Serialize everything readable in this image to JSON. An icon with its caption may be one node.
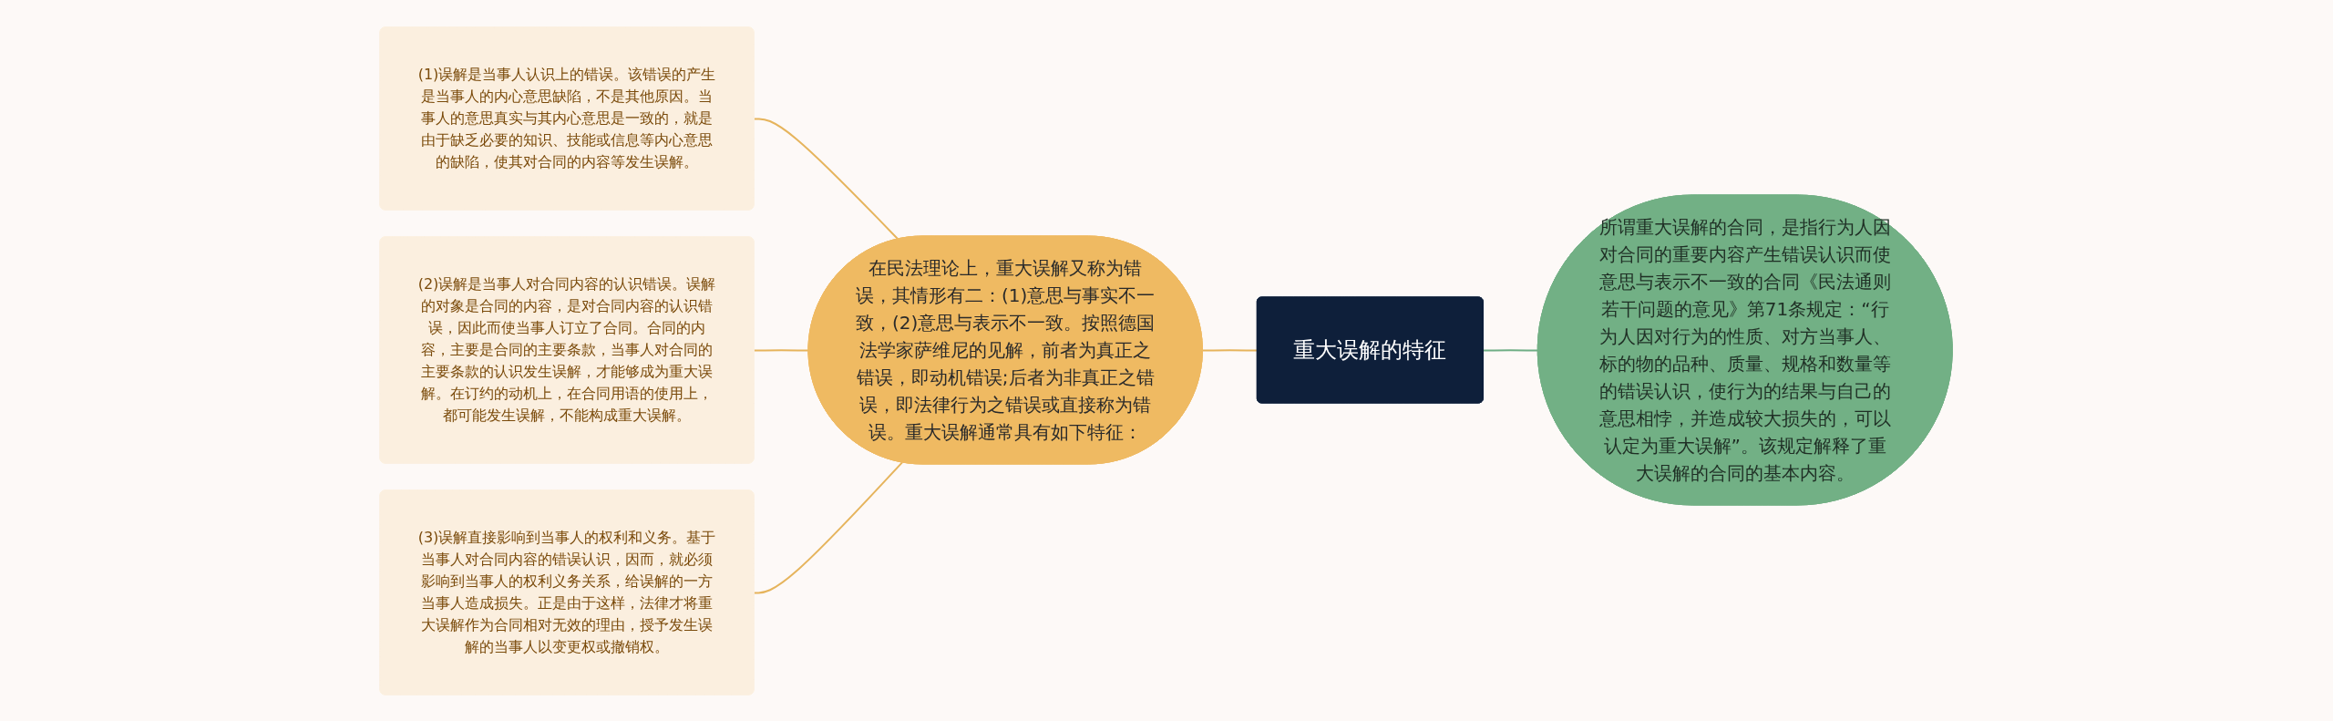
{
  "diagram": {
    "nodes": [
      {
        "text": [
          "重大误解的特征"
        ]
      },
      {
        "text": [
          "在民法理论上，重大误解又称为错误，其情形有二：(1)意思与事实不一致，(2)意思与表示不一致。按照德国法学家萨维尼的见解，前者为真正之错误，即动机错误;后者为非真正之错误，即法律行为之错误或直接称为错误。重大误解通常具有如下特征："
        ]
      },
      {
        "text": [
          "所谓重大误解的合同，是指行为人因对合同的重要内容产生错误认识而使意思与表示不一致的合同《民法通则若干问题的意见》第71条规定：“行为人因对行为的性质、对方当事人、标的物的品种、质量、规格和数量等的错误认识，使行为的结果与自己的意思相悖，并造成较大损失的，可以认定为重大误解”。该规定解释了重大误解的合同的基本内容。"
        ]
      },
      {
        "text": [
          "(1)误解是当事人认识上的错误。该错误的产生是当事人的内心意思缺陷，不是其他原因。当事人的意思真实与其内心意思是一致的，就是由于缺乏必要的知识、技能或信息等内心意思的缺陷，使其对合同的内容等发生误解。"
        ]
      },
      {
        "text": [
          "(2)误解是当事人对合同内容的认识错误。误解的对象是合同的内容，是对合同内容的认识错误，因此而使当事人订立了合同。合同的内容，主要是合同的主要条款，当事人对合同的主要条款的认识发生误解，才能够成为重大误解。在订约的动机上，在合同用语的使用上，都可能发生误解，不能构成重大误解。"
        ]
      },
      {
        "text": [
          "(3)误解直接影响到当事人的权利和义务。基于当事人对合同内容的错误认识，因而，就必须影响到当事人的权利义务关系，给误解的一方当事人造成损失。正是由于这样，法律才将重大误解作为合同相对无效的理由，授予发生误解的当事人以变更权或撤销权。"
        ]
      }
    ],
    "edges": [
      {
        "from": 3,
        "to": 1,
        "arrow": "none"
      },
      {
        "from": 4,
        "to": 1,
        "arrow": "none"
      },
      {
        "from": 5,
        "to": 1,
        "arrow": "none"
      },
      {
        "from": 1,
        "to": 0,
        "arrow": "none"
      },
      {
        "from": 0,
        "to": 2,
        "arrow": "none",
        "color": "#6fae85"
      }
    ]
  }
}
